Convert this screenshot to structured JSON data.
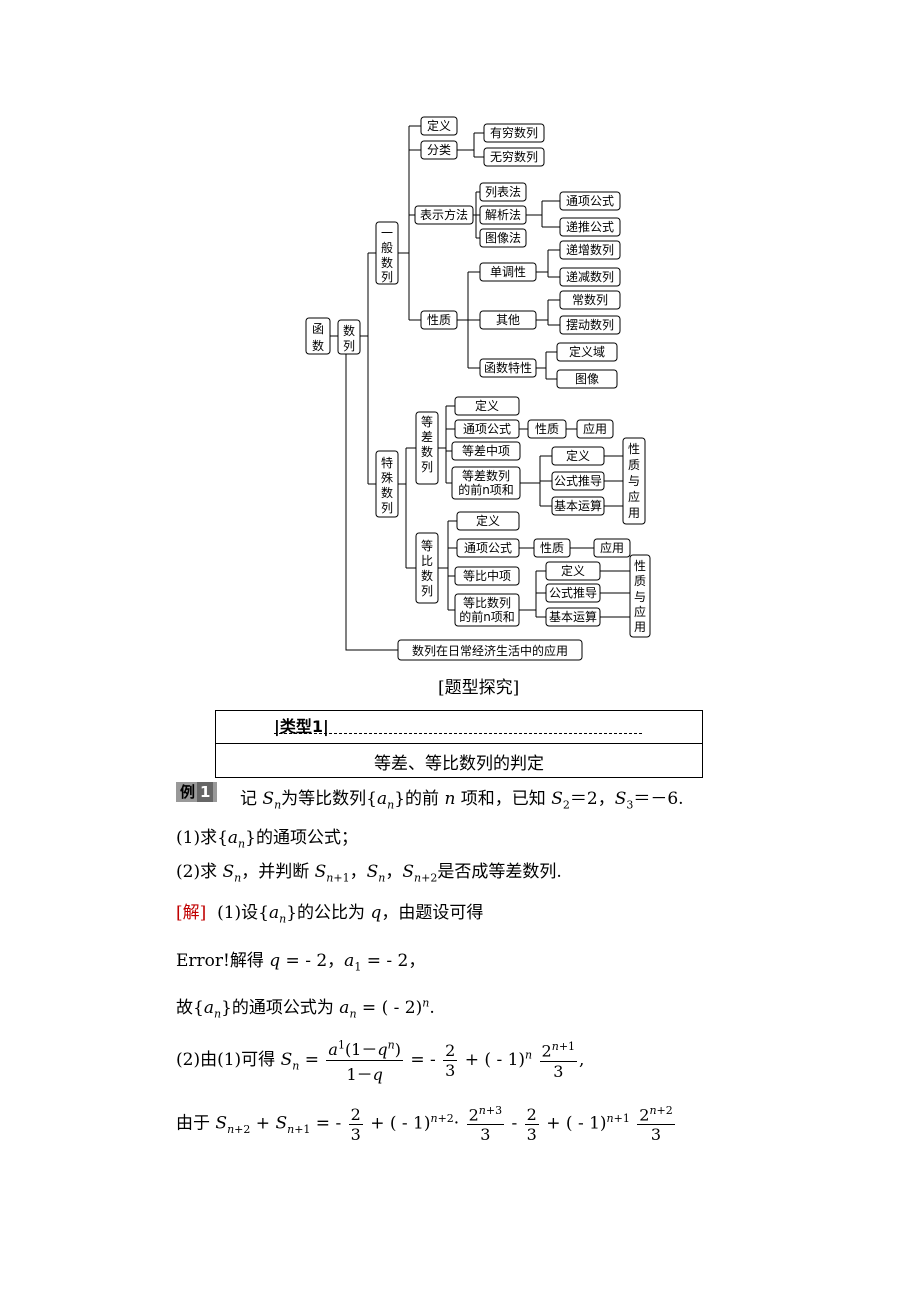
{
  "tree": {
    "root": "函数",
    "level1": "数列",
    "general": "一般数列",
    "special": "特殊数列",
    "application": "数列在日常经济生活中的应用",
    "definition": "定义",
    "classification": "分类",
    "finite": "有穷数列",
    "infinite": "无穷数列",
    "representation": "表示方法",
    "list_method": "列表法",
    "analytic_method": "解析法",
    "graph_method": "图像法",
    "general_term": "通项公式",
    "recursive": "递推公式",
    "properties": "性质",
    "monotonicity": "单调性",
    "increasing": "递增数列",
    "decreasing": "递减数列",
    "other": "其他",
    "constant": "常数列",
    "oscillating": "摆动数列",
    "function_props": "函数特性",
    "domain": "定义域",
    "image": "图像",
    "arith": "等差数列",
    "geo": "等比数列",
    "arith_def": "定义",
    "arith_term": "通项公式",
    "arith_prop": "性质",
    "arith_app": "应用",
    "arith_mean": "等差中项",
    "arith_sum": "等差数列的前n项和",
    "geo_def": "定义",
    "geo_term": "通项公式",
    "geo_prop": "性质",
    "geo_app": "应用",
    "geo_mean": "等比中项",
    "geo_sum": "等比数列的前n项和",
    "sum_def": "定义",
    "sum_derive": "公式推导",
    "sum_basic": "基本运算",
    "prop_app": "性质与应用"
  },
  "section": {
    "label": "[题型探究]",
    "type_tag": "类型1",
    "type_title": "等差、等比数列的判定"
  },
  "example": {
    "badge": "例",
    "badge_num": "1",
    "line1": "记 Sn为等比数列{an}的前 n 项和，已知 S2＝2，S3＝－6.",
    "q1": "(1)求{an}的通项公式；",
    "q2": "(2)求 Sn，并判断 Sn+1，Sn，Sn+2是否成等差数列."
  },
  "solution": {
    "tag": "[解]",
    "l1": "(1)设{an}的公比为 q，由题设可得",
    "l2": "Error!解得 q = - 2，a1 = - 2，",
    "l3": "故{an}的通项公式为 an = ( - 2)n.",
    "l4_prefix": "(2)由(1)可得",
    "l5_prefix": "由于"
  }
}
